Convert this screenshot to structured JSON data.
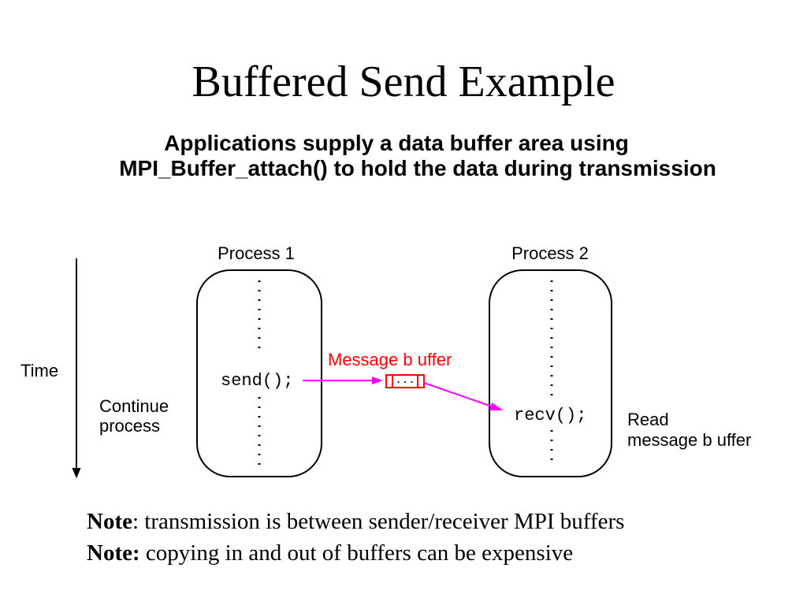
{
  "slide": {
    "title": "Buffered Send Example",
    "subtitle_line1": "Applications supply a data buffer area using",
    "subtitle_line2": "MPI_Buffer_attach() to hold the data during transmission"
  },
  "diagram": {
    "time_label": "Time",
    "process1_label": "Process 1",
    "process2_label": "Process 2",
    "send_code": "send();",
    "recv_code": "recv();",
    "message_buffer_label": "Message b uffer",
    "buffer_dots": "...",
    "continue_line1": "Continue",
    "continue_line2": "process",
    "read_line1": "Read",
    "read_line2": "message b uffer",
    "colors": {
      "arrow": "#ff00ff",
      "buffer": "#ff0000",
      "outline": "#000000"
    }
  },
  "notes": [
    {
      "bold": "Note",
      "text": ": transmission is between sender/receiver MPI buffers"
    },
    {
      "bold": "Note:",
      "text": " copying in and out of buffers can be expensive"
    }
  ]
}
